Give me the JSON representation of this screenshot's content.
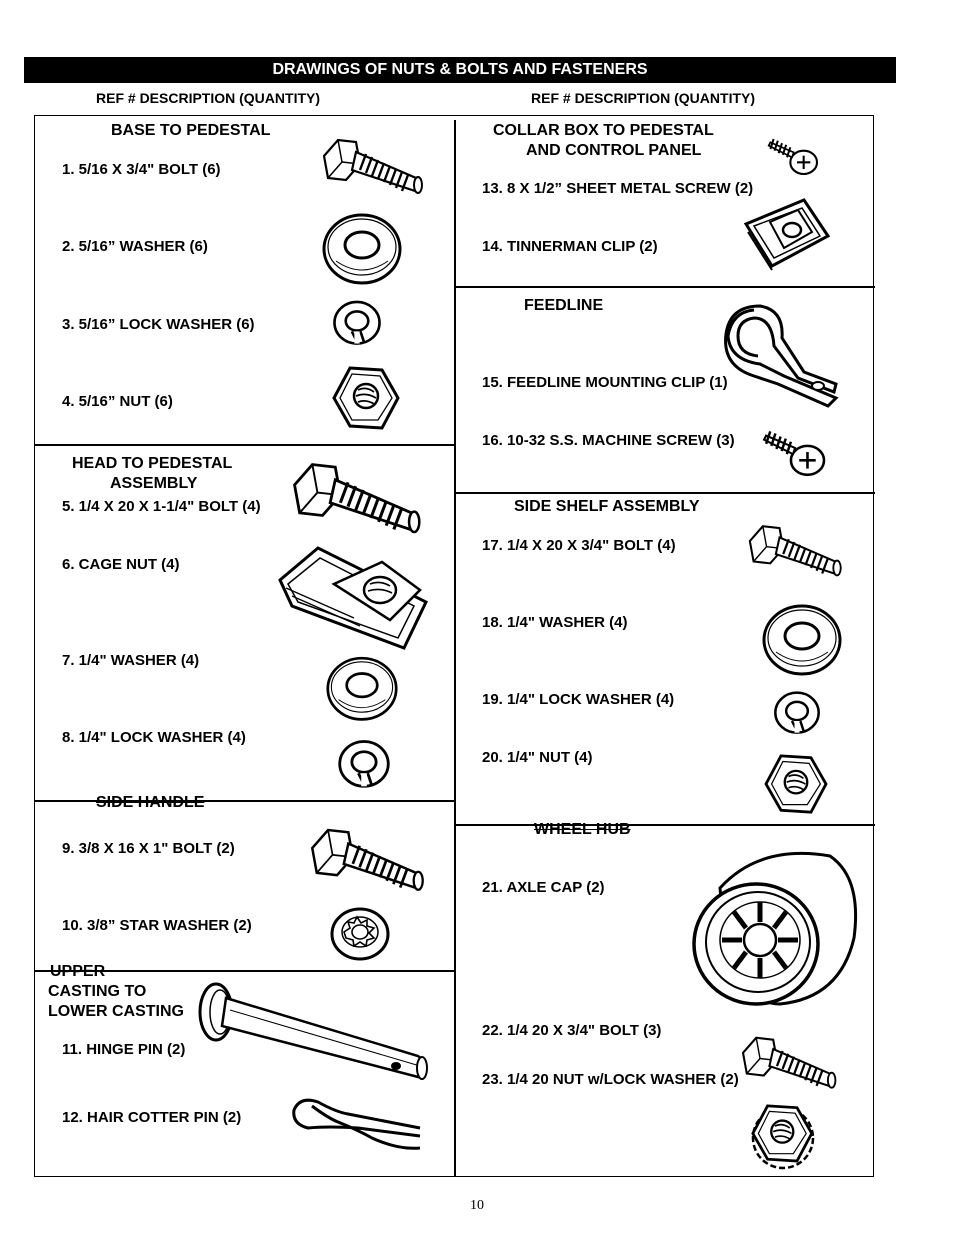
{
  "banner": "DRAWINGS OF NUTS & BOLTS AND FASTENERS",
  "column_headers": {
    "left": "REF # DESCRIPTION (QUANTITY)",
    "right": "REF # DESCRIPTION (QUANTITY)"
  },
  "left_column": {
    "base_to_pedestal": {
      "title": "BASE TO PEDESTAL",
      "items": [
        "1. 5/16 X 3/4\" BOLT (6)",
        "2. 5/16” WASHER (6)",
        "3. 5/16” LOCK WASHER (6)",
        "4. 5/16” NUT (6)"
      ]
    },
    "head_to_pedestal": {
      "title_line1": "HEAD TO PEDESTAL",
      "title_line2": "ASSEMBLY",
      "items": [
        "5. 1/4 X 20 X 1-1/4\" BOLT (4)",
        "6. CAGE NUT (4)",
        "7. 1/4\" WASHER (4)",
        "8. 1/4\" LOCK WASHER (4)"
      ]
    },
    "side_handle": {
      "title": "SIDE HANDLE",
      "items": [
        "9. 3/8 X 16 X 1\" BOLT (2)",
        "10. 3/8” STAR WASHER (2)"
      ]
    },
    "upper_casting": {
      "title_line1": "UPPER",
      "title_line2": "CASTING TO",
      "title_line3": "LOWER CASTING",
      "items": [
        "11. HINGE PIN (2)",
        "12.  HAIR COTTER PIN (2)"
      ]
    }
  },
  "right_column": {
    "collar_box": {
      "title_line1": "COLLAR BOX TO PEDESTAL",
      "title_line2": "AND CONTROL PANEL",
      "items": [
        "13. 8 X 1/2” SHEET METAL SCREW (2)",
        "14. TINNERMAN CLIP (2)"
      ]
    },
    "feedline": {
      "title": "FEEDLINE",
      "items": [
        "15. FEEDLINE MOUNTING CLIP (1)",
        "16. 10-32 S.S. MACHINE SCREW (3)"
      ]
    },
    "side_shelf": {
      "title": "SIDE SHELF ASSEMBLY",
      "items": [
        "17. 1/4 X 20 X 3/4\" BOLT (4)",
        "18. 1/4\" WASHER (4)",
        "19. 1/4\" LOCK WASHER (4)",
        "20. 1/4\" NUT (4)"
      ]
    },
    "wheel_hub": {
      "title": "WHEEL HUB",
      "items": [
        "21. AXLE CAP (2)",
        "22. 1/4  20 X 3/4\" BOLT (3)",
        "23. 1/4  20 NUT w/LOCK WASHER (2)"
      ]
    }
  },
  "icons": [
    "hex-bolt",
    "flat-washer",
    "lock-washer",
    "hex-nut",
    "cage-nut",
    "star-washer",
    "hinge-pin",
    "hair-cotter-pin",
    "sheet-metal-screw",
    "tinnerman-clip",
    "mounting-clip",
    "machine-screw",
    "axle-cap",
    "nut-with-lock-washer"
  ],
  "page_number": "10"
}
